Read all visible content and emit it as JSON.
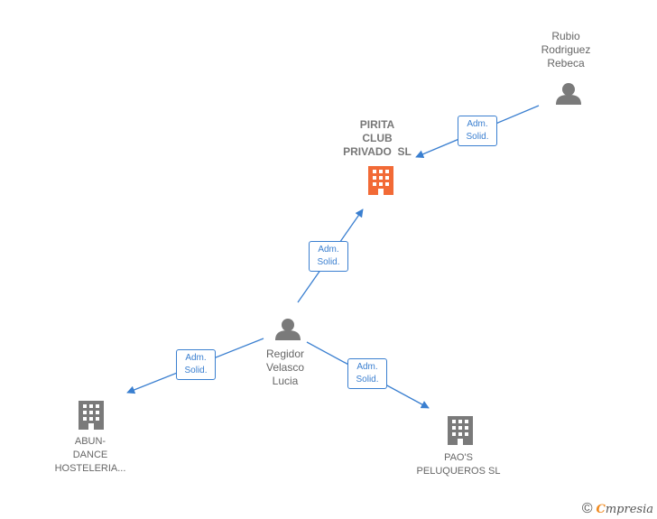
{
  "colors": {
    "edge": "#3a7fd0",
    "person_icon": "#7a7a7a",
    "company_icon": "#7a7a7a",
    "main_company_icon": "#f26a36"
  },
  "nodes": {
    "rubio": {
      "label_lines": [
        "Rubio",
        "Rodriguez",
        "Rebeca"
      ],
      "icon": "person-icon"
    },
    "pirita": {
      "label_lines": [
        "PIRITA",
        "CLUB",
        "PRIVADO  SL"
      ],
      "icon": "building-icon"
    },
    "regidor": {
      "label_lines": [
        "Regidor",
        "Velasco",
        "Lucia"
      ],
      "icon": "person-icon"
    },
    "abundance": {
      "label_lines": [
        "ABUN-",
        "DANCE",
        "HOSTELERIA..."
      ],
      "icon": "building-icon"
    },
    "paos": {
      "label_lines": [
        "PAO'S",
        "PELUQUEROS SL"
      ],
      "icon": "building-icon"
    }
  },
  "edges": {
    "rubio_pirita": {
      "line1": "Adm.",
      "line2": "Solid."
    },
    "regidor_pirita": {
      "line1": "Adm.",
      "line2": "Solid."
    },
    "regidor_abundance": {
      "line1": "Adm.",
      "line2": "Solid."
    },
    "regidor_paos": {
      "line1": "Adm.",
      "line2": "Solid."
    }
  },
  "brand": {
    "copyright": "©",
    "initial": "C",
    "name": "mpresia"
  }
}
